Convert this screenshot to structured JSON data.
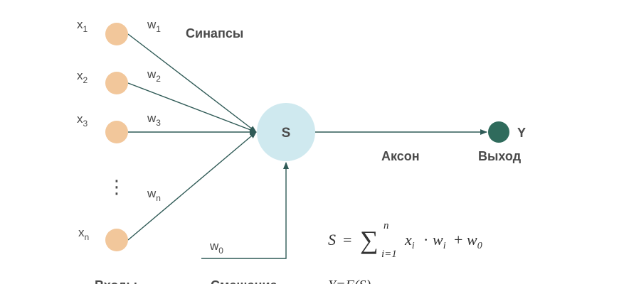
{
  "colors": {
    "input_node": "#f2c79b",
    "summator": "#cfe9ef",
    "output_node": "#2f6b5c",
    "line": "#2f5a56",
    "text": "#4a4a4a"
  },
  "inputs": [
    {
      "x_label": "x",
      "x_sub": "1",
      "w_label": "w",
      "w_sub": "1"
    },
    {
      "x_label": "x",
      "x_sub": "2",
      "w_label": "w",
      "w_sub": "2"
    },
    {
      "x_label": "x",
      "x_sub": "3",
      "w_label": "w",
      "w_sub": "3"
    },
    {
      "x_label": "x",
      "x_sub": "n",
      "w_label": "w",
      "w_sub": "n"
    }
  ],
  "ellipsis": "⋮",
  "synapses_label": "Синапсы",
  "summator_label": "S",
  "axon_label": "Аксон",
  "output_label": "Выход",
  "output_symbol": "Y",
  "bias": {
    "label": "w",
    "sub": "0"
  },
  "formula": {
    "lhs": "S",
    "eq": "=",
    "sigma": "∑",
    "upper": "n",
    "lower": "i=1",
    "term_x": "x",
    "term_x_sub": "i",
    "dot": "·",
    "term_w": "w",
    "term_w_sub": "i",
    "plus": "+",
    "bias_w": "w",
    "bias_sub": "0"
  },
  "bottom_labels": {
    "left": "Входы",
    "middle": "Смещение",
    "right": "Y=F(S)"
  }
}
